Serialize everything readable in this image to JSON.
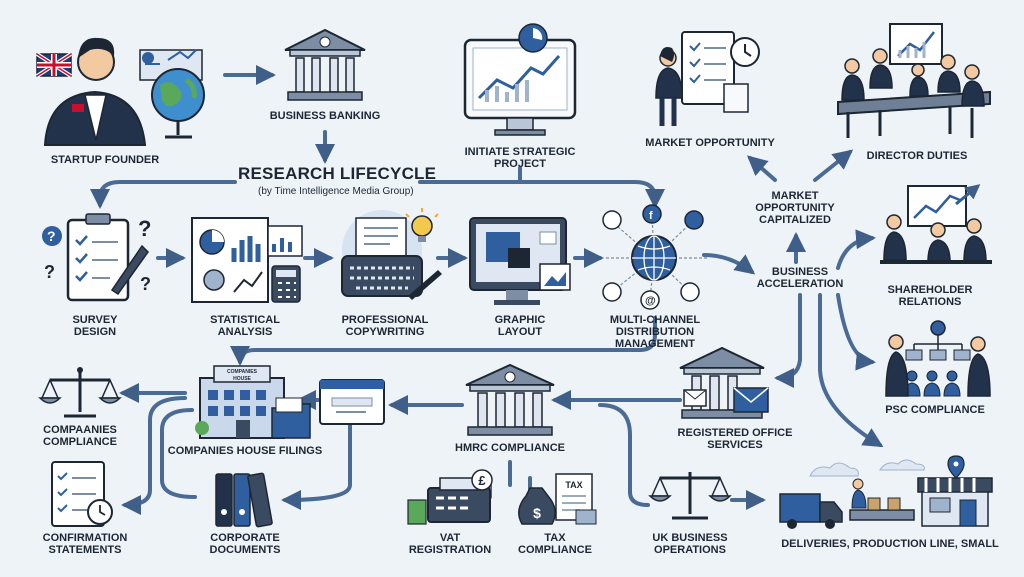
{
  "title": "RESEARCH LIFECYCLE",
  "subtitle": "(by Time Intelligence Media Group)",
  "nodes": {
    "startup_founder": "STARTUP FOUNDER",
    "business_banking": "BUSINESS BANKING",
    "initiate_project": [
      "INITIATE STRATEGIC",
      "PROJECT"
    ],
    "market_opportunity": "MARKET OPPORTUNITY",
    "director_duties": "DIRECTOR DUTIES",
    "market_capitalized": [
      "MARKET",
      "OPPORTUNITY",
      "CAPITALIZED"
    ],
    "survey_design": [
      "SURVEY",
      "DESIGN"
    ],
    "statistical_analysis": [
      "STATISTICAL",
      "ANALYSIS"
    ],
    "professional_copywriting": [
      "PROFESSIONAL",
      "COPYWRITING"
    ],
    "graphic_layout": [
      "GRAPHIC",
      "LAYOUT"
    ],
    "multichannel": [
      "MULTI-CHANNEL",
      "DISTRIBUTION",
      "MANAGEMENT"
    ],
    "business_acceleration": [
      "BUSINESS",
      "ACCELERATION"
    ],
    "shareholder_relations": [
      "SHAREHOLDER",
      "RELATIONS"
    ],
    "psc_compliance": "PSC COMPLIANCE",
    "companies_compliance": [
      "COMPAANIES",
      "COMPLIANCE"
    ],
    "companies_house_filings": "COMPANIES HOUSE FILINGS",
    "hmrc_compliance": "HMRC COMPLIANCE",
    "registered_office": [
      "REGISTERED OFFICE",
      "SERVICES"
    ],
    "confirmation_statements": [
      "CONFIRMATION",
      "STATEMENTS"
    ],
    "corporate_documents": [
      "CORPORATE",
      "DOCUMENTS"
    ],
    "vat_registration": [
      "VAT",
      "REGISTRATION"
    ],
    "tax_compliance": [
      "TAX",
      "COMPLIANCE"
    ],
    "uk_business_operations": [
      "UK BUSINESS",
      "OPERATIONS"
    ],
    "deliveries": "DELIVERIES, PRODUCTION LINE, SMALL"
  },
  "icon_text": {
    "companies_house_sign": [
      "COMPANIES",
      "HOUSE"
    ],
    "tax_doc": "TAX",
    "pound": "£",
    "dollar": "$"
  },
  "colors": {
    "accent": "#2f5f9e",
    "arrow": "#4a6b94",
    "ink": "#1d2733",
    "light": "#c9d8ea"
  }
}
